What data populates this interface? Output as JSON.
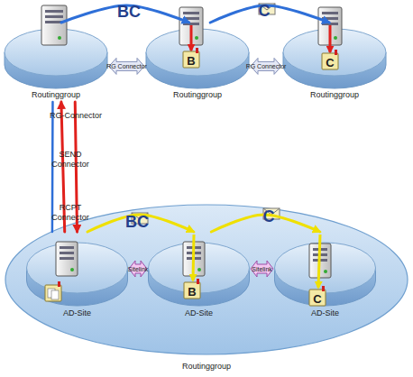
{
  "diagram": {
    "nodes": [
      {
        "text": [
          "Routinggroup"
        ]
      },
      {
        "text": [
          "Routinggroup"
        ]
      },
      {
        "text": [
          "Routinggroup"
        ]
      },
      {
        "text": [
          "Routinggroup"
        ]
      },
      {
        "text": [
          "AD-Site"
        ],
        "in": 3
      },
      {
        "text": [
          "AD-Site"
        ],
        "in": 3
      },
      {
        "text": [
          "AD-Site"
        ],
        "in": 3
      }
    ],
    "edges": [
      {
        "from": 0,
        "to": 1,
        "label": "RG Connector",
        "arrow": "both"
      },
      {
        "from": 1,
        "to": 2,
        "label": "RG Connector",
        "arrow": "both"
      },
      {
        "from": 0,
        "to": 1,
        "label": "BC",
        "arrow": "to"
      },
      {
        "from": 1,
        "to": 2,
        "label": "C",
        "arrow": "to"
      },
      {
        "from": 0,
        "to": 4,
        "label": "RG-Connector",
        "arrow": "none"
      },
      {
        "from": 4,
        "to": 0,
        "label": "SEND Connector",
        "arrow": "to"
      },
      {
        "from": 0,
        "to": 4,
        "label": "RCPT Connector",
        "arrow": "to"
      },
      {
        "from": 4,
        "to": 5,
        "label": "Sitelink",
        "arrow": "both"
      },
      {
        "from": 5,
        "to": 6,
        "label": "Sitelink",
        "arrow": "both"
      },
      {
        "from": 4,
        "to": 5,
        "label": "BC",
        "arrow": "to"
      },
      {
        "from": 5,
        "to": 6,
        "label": "C",
        "arrow": "to"
      }
    ],
    "labels": [
      "B",
      "C",
      "B",
      "C"
    ]
  }
}
